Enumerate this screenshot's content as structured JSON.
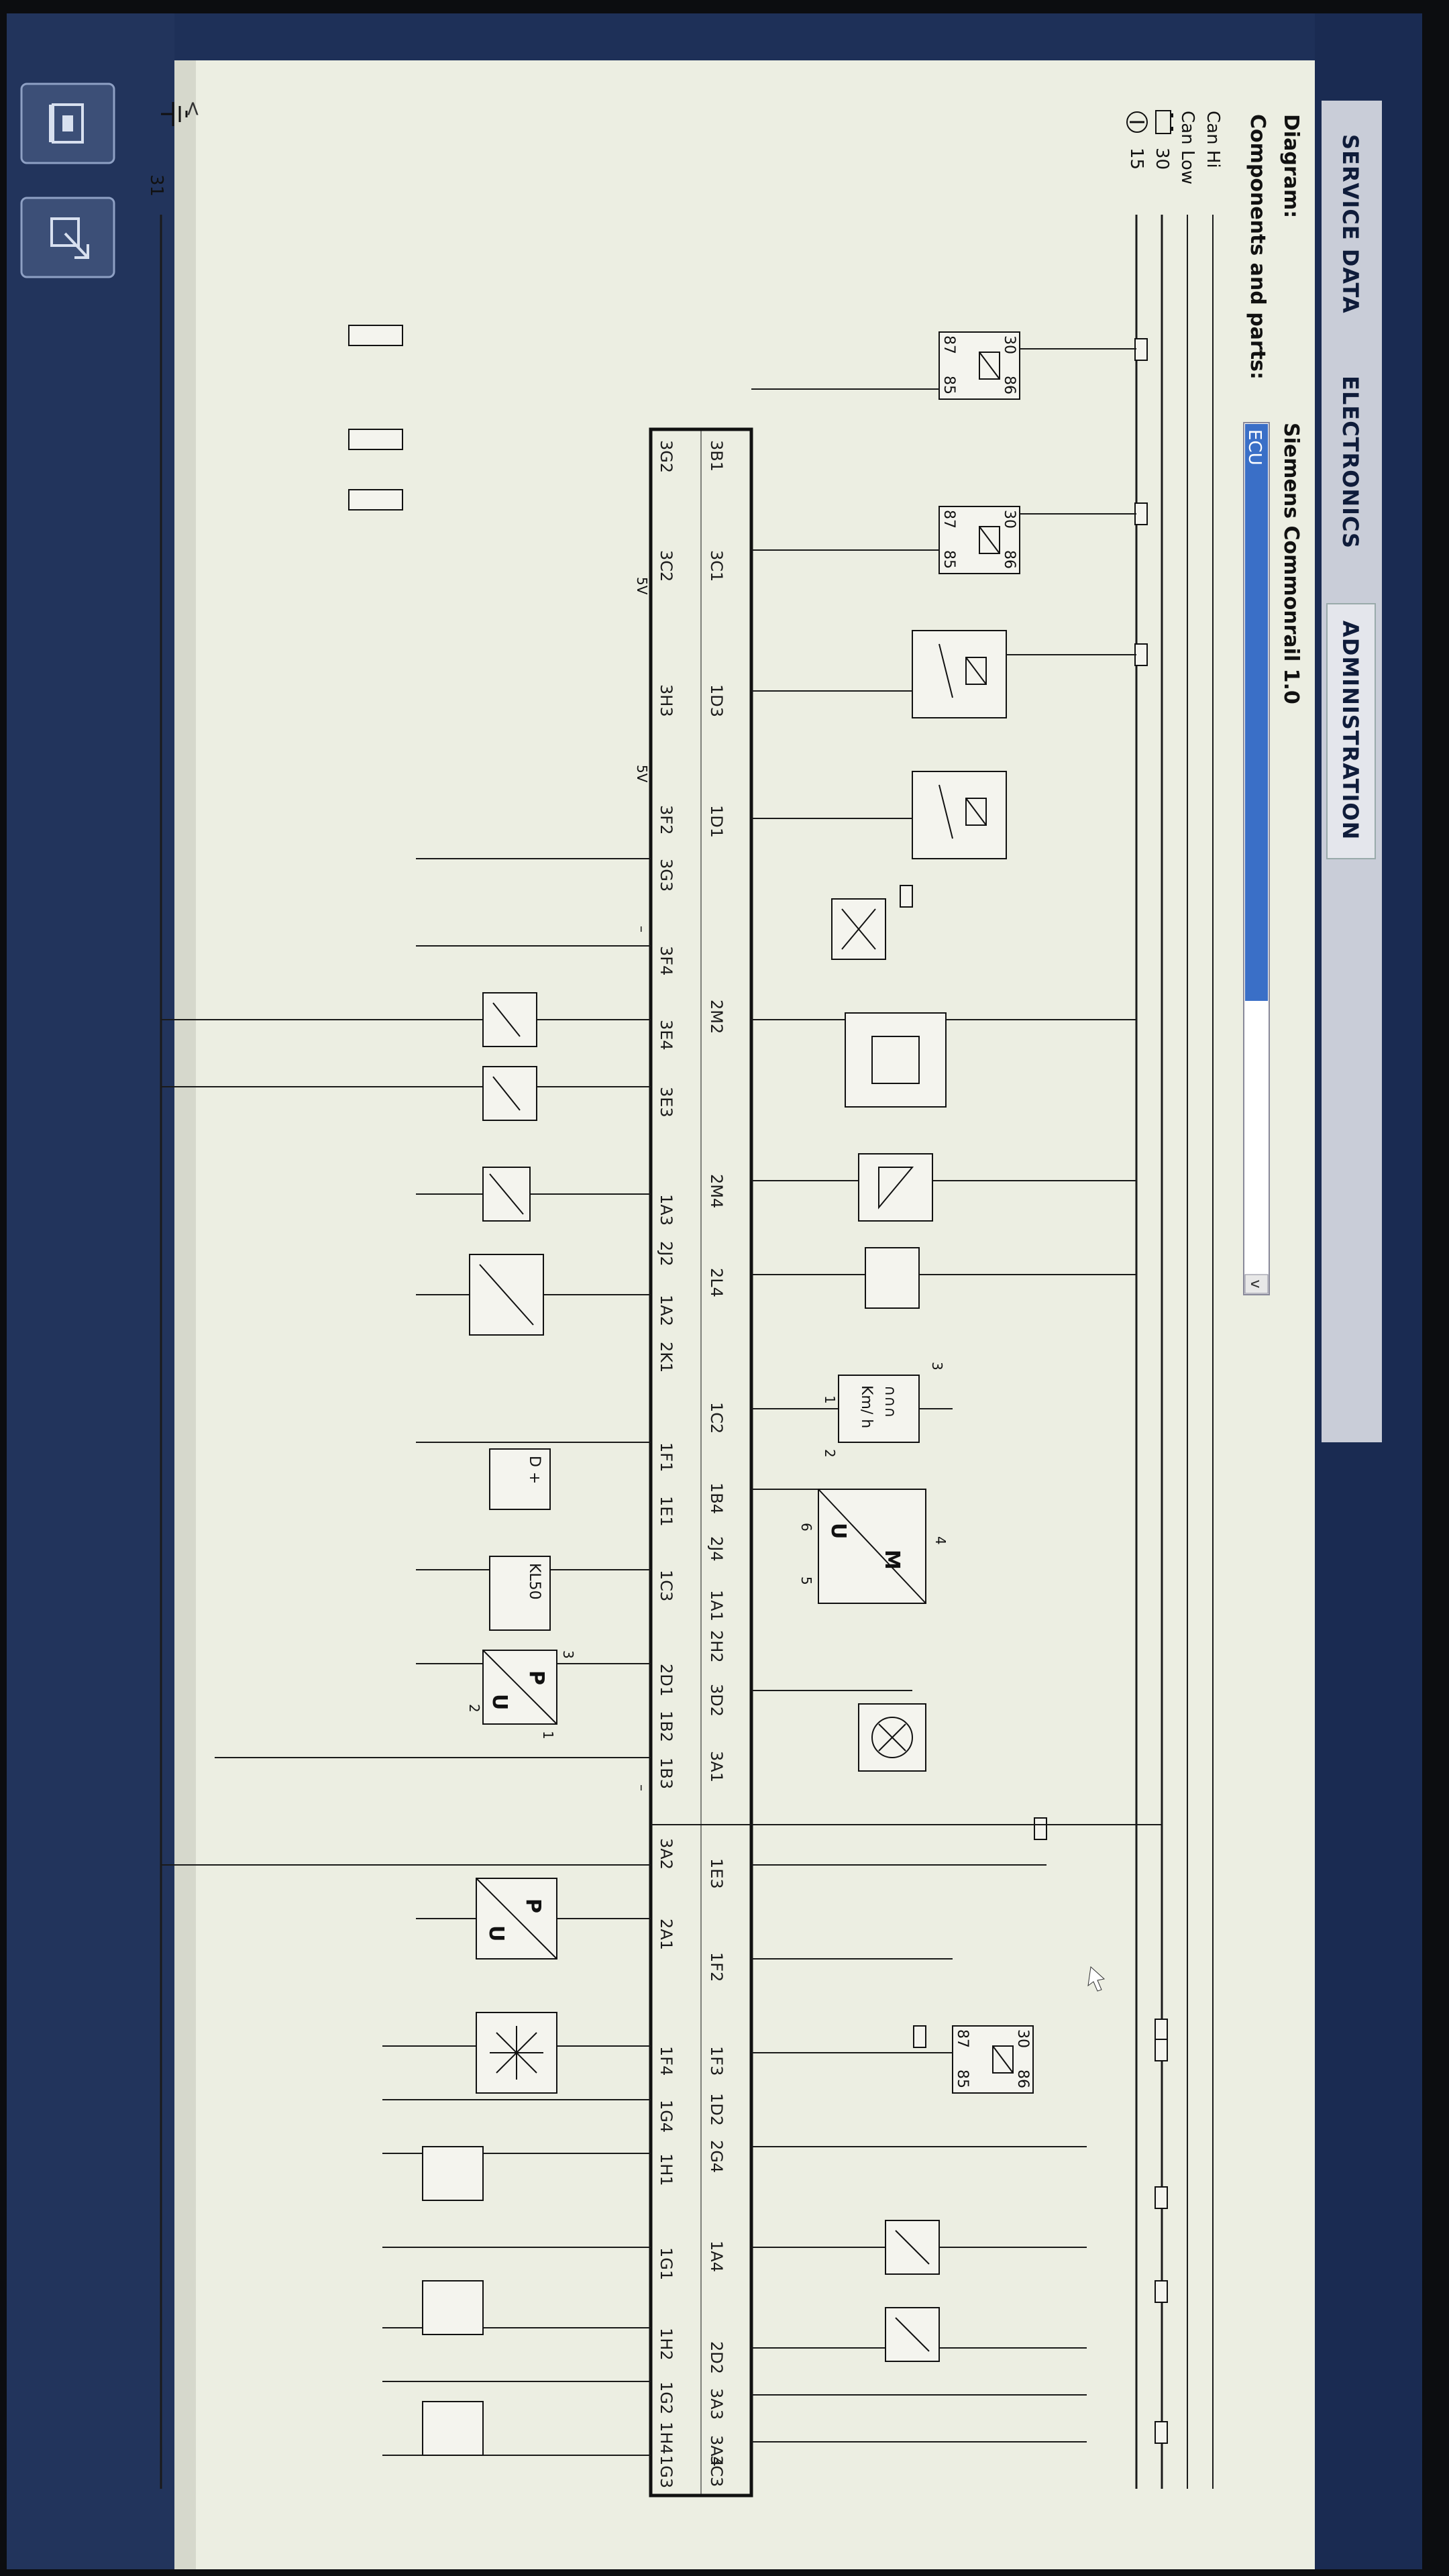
{
  "nav": {
    "tabs": [
      "SERVICE DATA",
      "ELECTRONICS",
      "ADMINISTRATION"
    ]
  },
  "header": {
    "diagram_label": "Diagram:",
    "diagram_value": "Siemens Commonrail 1.0",
    "components_label": "Components and parts:",
    "components_value": "ECU"
  },
  "rails": {
    "can_hi": "Can Hi",
    "can_low": "Can Low",
    "r30": "30",
    "r15": "15",
    "r31": "31"
  },
  "relay": {
    "l1": "30",
    "l2": "86",
    "l3": "87",
    "l4": "85"
  },
  "ecu_pins_top": [
    "3B1",
    "3C1",
    "1D3",
    "1D1",
    "2M2",
    "2M4",
    "2L4",
    "1C2",
    "1B4",
    "2J4",
    "1A1",
    "2H2",
    "3D2",
    "3A1",
    "1E3",
    "1F2",
    "1F3",
    "1D2",
    "2G4",
    "1A4",
    "2D2",
    "3A3",
    "3A4",
    "3C3"
  ],
  "ecu_pins_bottom": [
    "3G2",
    "3C2",
    "3H3",
    "3F2",
    "3G3",
    "3F4",
    "3E4",
    "3E3",
    "1A3",
    "2J2",
    "1A2",
    "2K1",
    "1F1",
    "1E1",
    "1C3",
    "2D1",
    "1B2",
    "1B3",
    "3A2",
    "2A1",
    "1F4",
    "1G4",
    "1H1",
    "1G1",
    "1H2",
    "1G2",
    "1H4",
    "1G3"
  ],
  "labels": {
    "five_v": "5V",
    "minus": "–",
    "kmh": "Km/ h",
    "dplus": "D +",
    "kl50": "KL50",
    "p": "P",
    "u": "U",
    "m": "M",
    "n1": "1",
    "n2": "2",
    "n3": "3",
    "n4": "4",
    "n5": "5",
    "n6": "6"
  },
  "icons": {
    "collapse": "chevron-left-icon",
    "tool1": "diagnostic-tool-icon",
    "tool2": "export-icon"
  },
  "colors": {
    "frame": "#1e3058",
    "paper": "#eceee2",
    "selection": "#3a6fc7",
    "line": "#1a1a1a"
  }
}
